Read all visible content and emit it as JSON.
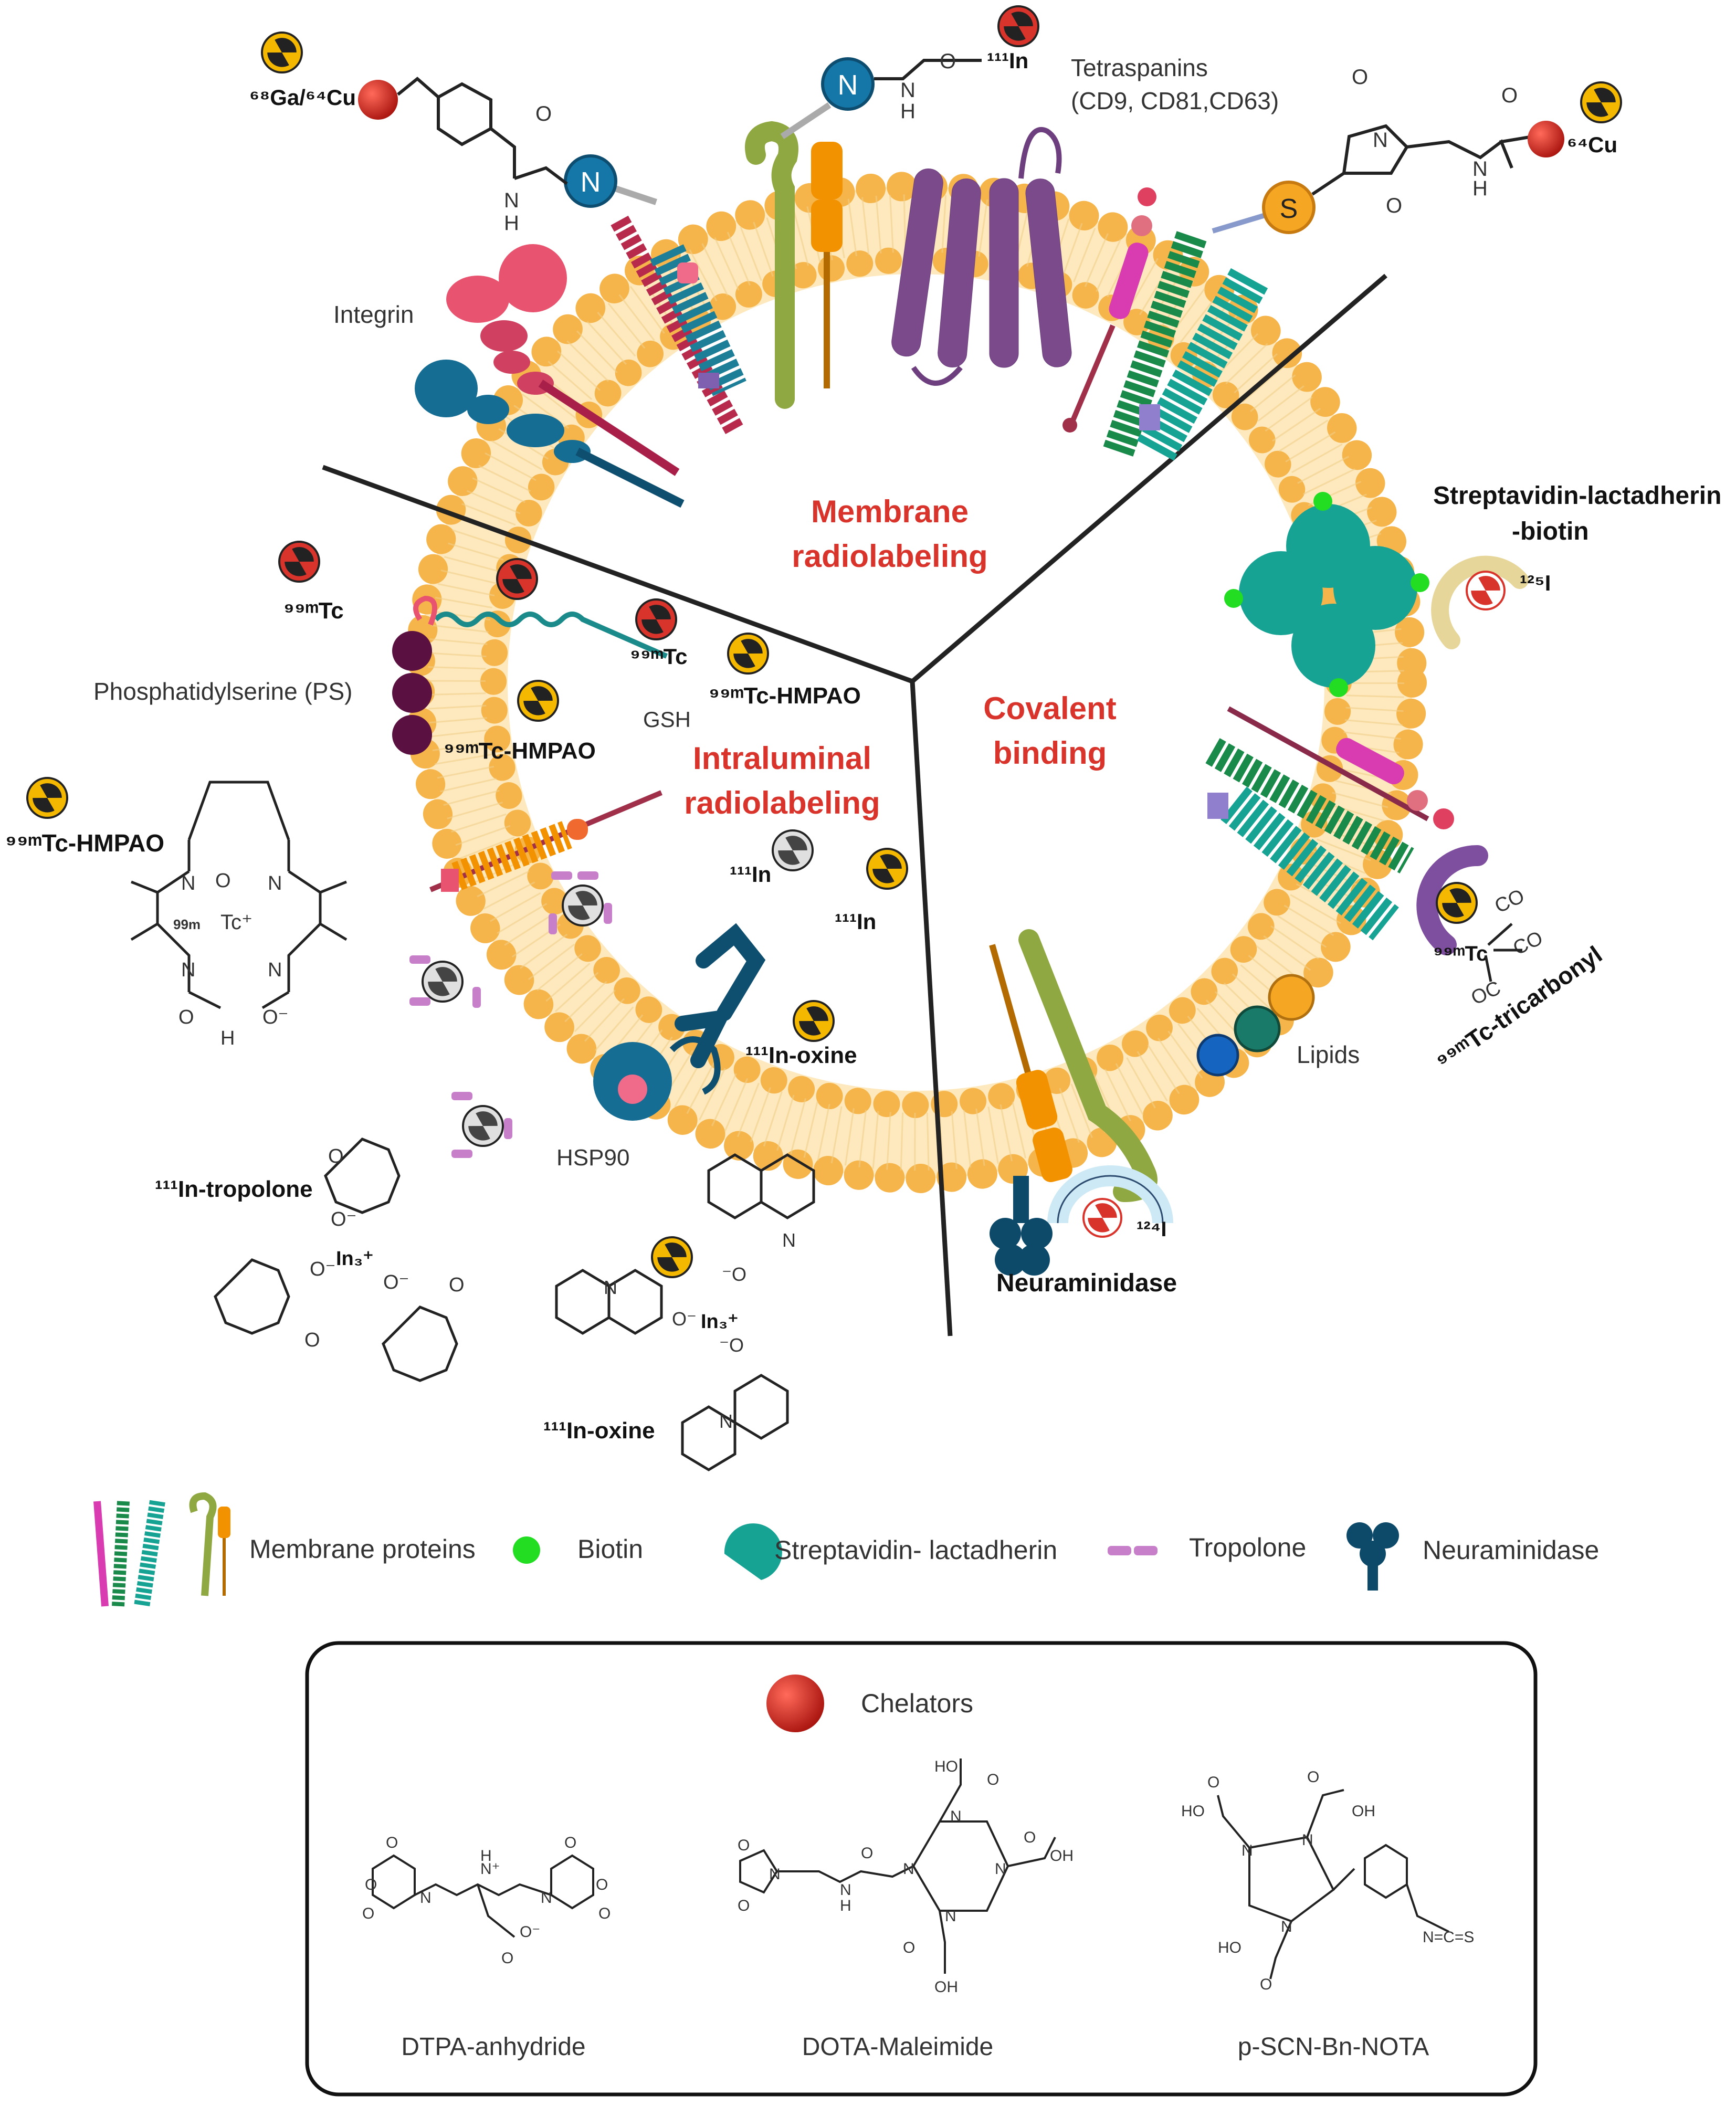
{
  "sections": {
    "membrane": [
      "Membrane",
      "radiolabeling"
    ],
    "covalent": [
      "Covalent",
      "binding"
    ],
    "intraluminal": [
      "Intraluminal",
      "radiolabeling"
    ]
  },
  "labels": {
    "ga_cu": "⁶⁸Ga/⁶⁴Cu",
    "in111_top": "¹¹¹In",
    "cu64_right": "⁶⁴Cu",
    "tetraspanins": "Tetraspanins",
    "tetraspanins_sub": "(CD9, CD81,CD63)",
    "integrin": "Integrin",
    "strept_biotin_1": "Streptavidin-lactadherin",
    "strept_biotin_2": "-biotin",
    "i125": "¹²⁵I",
    "tc99m_left": "⁹⁹ᵐTc",
    "ps": "Phosphatidylserine (PS)",
    "tc99m_inner": "⁹⁹ᵐTc",
    "tc_hmpao_inner1": "⁹⁹ᵐTc-HMPAO",
    "tc_hmpao_inner2": "⁹⁹ᵐTc-HMPAO",
    "gsh": "GSH",
    "tc_hmpao_struct": "⁹⁹ᵐTc-HMPAO",
    "in111_a": "¹¹¹In",
    "in111_b": "¹¹¹In",
    "in_oxine_inner": "¹¹¹In-oxine",
    "hsp90": "HSP90",
    "lipids": "Lipids",
    "tc_tricarbonyl": "⁹⁹ᵐTc-tricarbonyl",
    "i124": "¹²⁴I",
    "neuraminidase": "Neuraminidase",
    "in_tropolone": "¹¹¹In-tropolone",
    "in_oxine_struct": "¹¹¹In-oxine",
    "in3plus_a": "In₃⁺",
    "in3plus_b": "In₃⁺"
  },
  "legend": {
    "membrane_proteins": "Membrane proteins",
    "biotin": "Biotin",
    "streptavidin": "Streptavidin- lactadherin",
    "tropolone": "Tropolone",
    "neuraminidase": "Neuraminidase"
  },
  "chelators_box": {
    "title": "Chelators",
    "items": [
      "DTPA-anhydride",
      "DOTA-Maleimide",
      "p-SCN-Bn-NOTA"
    ]
  },
  "colors": {
    "section_title": "#d9342b",
    "lipid_head": "#f6b54b",
    "membrane_fill": "#fde7b8",
    "radiation_yellow": "#f5b800",
    "radiation_red": "#d9342b",
    "radiation_grey": "#c8c8c8",
    "chelator_red": "#c8261d",
    "biotin_green": "#22dd22",
    "streptavidin_teal": "#17a394",
    "neuraminidase_blue": "#0d4a6a"
  }
}
